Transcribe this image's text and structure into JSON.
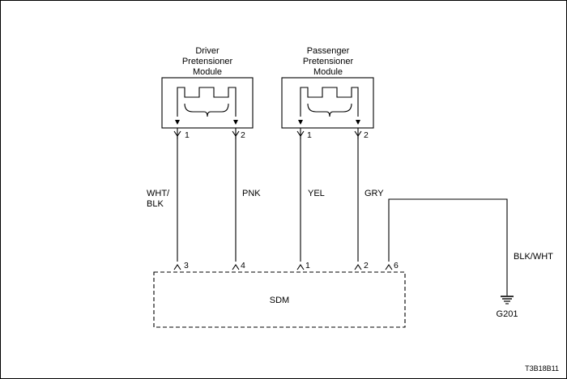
{
  "modules": {
    "driver": {
      "title_lines": [
        "Driver",
        "Pretensioner",
        "Module"
      ]
    },
    "passenger": {
      "title_lines": [
        "Passenger",
        "Pretensioner",
        "Module"
      ]
    }
  },
  "module_pins": {
    "driver_1": "1",
    "driver_2": "2",
    "passenger_1": "1",
    "passenger_2": "2"
  },
  "wires": {
    "driver_1": [
      "WHT/",
      "BLK"
    ],
    "driver_2": "PNK",
    "passenger_1": "YEL",
    "passenger_2": "GRY",
    "ground": "BLK/WHT"
  },
  "sdm": {
    "label": "SDM",
    "pins": {
      "p3": "3",
      "p4": "4",
      "p1": "1",
      "p2": "2",
      "p6": "6"
    }
  },
  "ground": {
    "label": "G201"
  },
  "figure_code": "T3B18B11"
}
